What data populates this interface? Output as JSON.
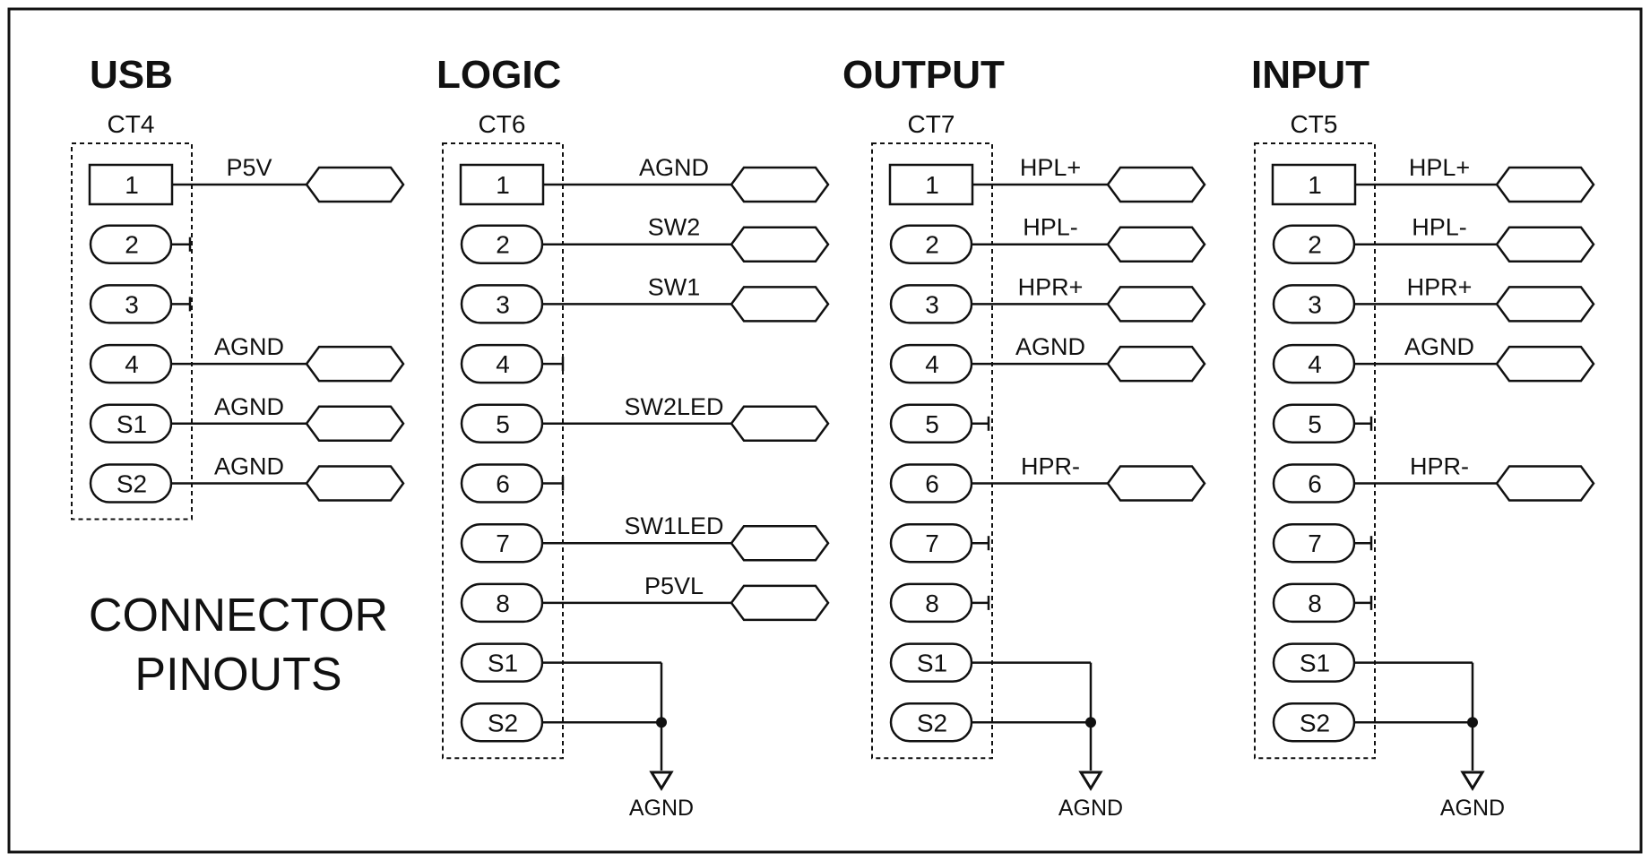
{
  "connectors": [
    {
      "title": "USB",
      "ref": "CT4",
      "ground": null,
      "pins": [
        {
          "label": "1",
          "shape": "rect",
          "signal": "P5V"
        },
        {
          "label": "2",
          "shape": "round",
          "signal": ""
        },
        {
          "label": "3",
          "shape": "round",
          "signal": ""
        },
        {
          "label": "4",
          "shape": "round",
          "signal": "AGND"
        },
        {
          "label": "S1",
          "shape": "round",
          "signal": "AGND"
        },
        {
          "label": "S2",
          "shape": "round",
          "signal": "AGND"
        }
      ]
    },
    {
      "title": "LOGIC",
      "ref": "CT6",
      "ground": "AGND",
      "pins": [
        {
          "label": "1",
          "shape": "rect",
          "signal": "AGND"
        },
        {
          "label": "2",
          "shape": "round",
          "signal": "SW2"
        },
        {
          "label": "3",
          "shape": "round",
          "signal": "SW1"
        },
        {
          "label": "4",
          "shape": "round",
          "signal": ""
        },
        {
          "label": "5",
          "shape": "round",
          "signal": "SW2LED"
        },
        {
          "label": "6",
          "shape": "round",
          "signal": ""
        },
        {
          "label": "7",
          "shape": "round",
          "signal": "SW1LED"
        },
        {
          "label": "8",
          "shape": "round",
          "signal": "P5VL"
        },
        {
          "label": "S1",
          "shape": "round",
          "signal": "",
          "toGround": true
        },
        {
          "label": "S2",
          "shape": "round",
          "signal": "",
          "toGround": true
        }
      ]
    },
    {
      "title": "OUTPUT",
      "ref": "CT7",
      "ground": "AGND",
      "pins": [
        {
          "label": "1",
          "shape": "rect",
          "signal": "HPL+"
        },
        {
          "label": "2",
          "shape": "round",
          "signal": "HPL-"
        },
        {
          "label": "3",
          "shape": "round",
          "signal": "HPR+"
        },
        {
          "label": "4",
          "shape": "round",
          "signal": "AGND"
        },
        {
          "label": "5",
          "shape": "round",
          "signal": ""
        },
        {
          "label": "6",
          "shape": "round",
          "signal": "HPR-"
        },
        {
          "label": "7",
          "shape": "round",
          "signal": ""
        },
        {
          "label": "8",
          "shape": "round",
          "signal": ""
        },
        {
          "label": "S1",
          "shape": "round",
          "signal": "",
          "toGround": true
        },
        {
          "label": "S2",
          "shape": "round",
          "signal": "",
          "toGround": true
        }
      ]
    },
    {
      "title": "INPUT",
      "ref": "CT5",
      "ground": "AGND",
      "pins": [
        {
          "label": "1",
          "shape": "rect",
          "signal": "HPL+"
        },
        {
          "label": "2",
          "shape": "round",
          "signal": "HPL-"
        },
        {
          "label": "3",
          "shape": "round",
          "signal": "HPR+"
        },
        {
          "label": "4",
          "shape": "round",
          "signal": "AGND"
        },
        {
          "label": "5",
          "shape": "round",
          "signal": ""
        },
        {
          "label": "6",
          "shape": "round",
          "signal": "HPR-"
        },
        {
          "label": "7",
          "shape": "round",
          "signal": ""
        },
        {
          "label": "8",
          "shape": "round",
          "signal": ""
        },
        {
          "label": "S1",
          "shape": "round",
          "signal": "",
          "toGround": true
        },
        {
          "label": "S2",
          "shape": "round",
          "signal": "",
          "toGround": true
        }
      ]
    }
  ],
  "caption": {
    "line1": "CONNECTOR",
    "line2": "PINOUTS"
  }
}
